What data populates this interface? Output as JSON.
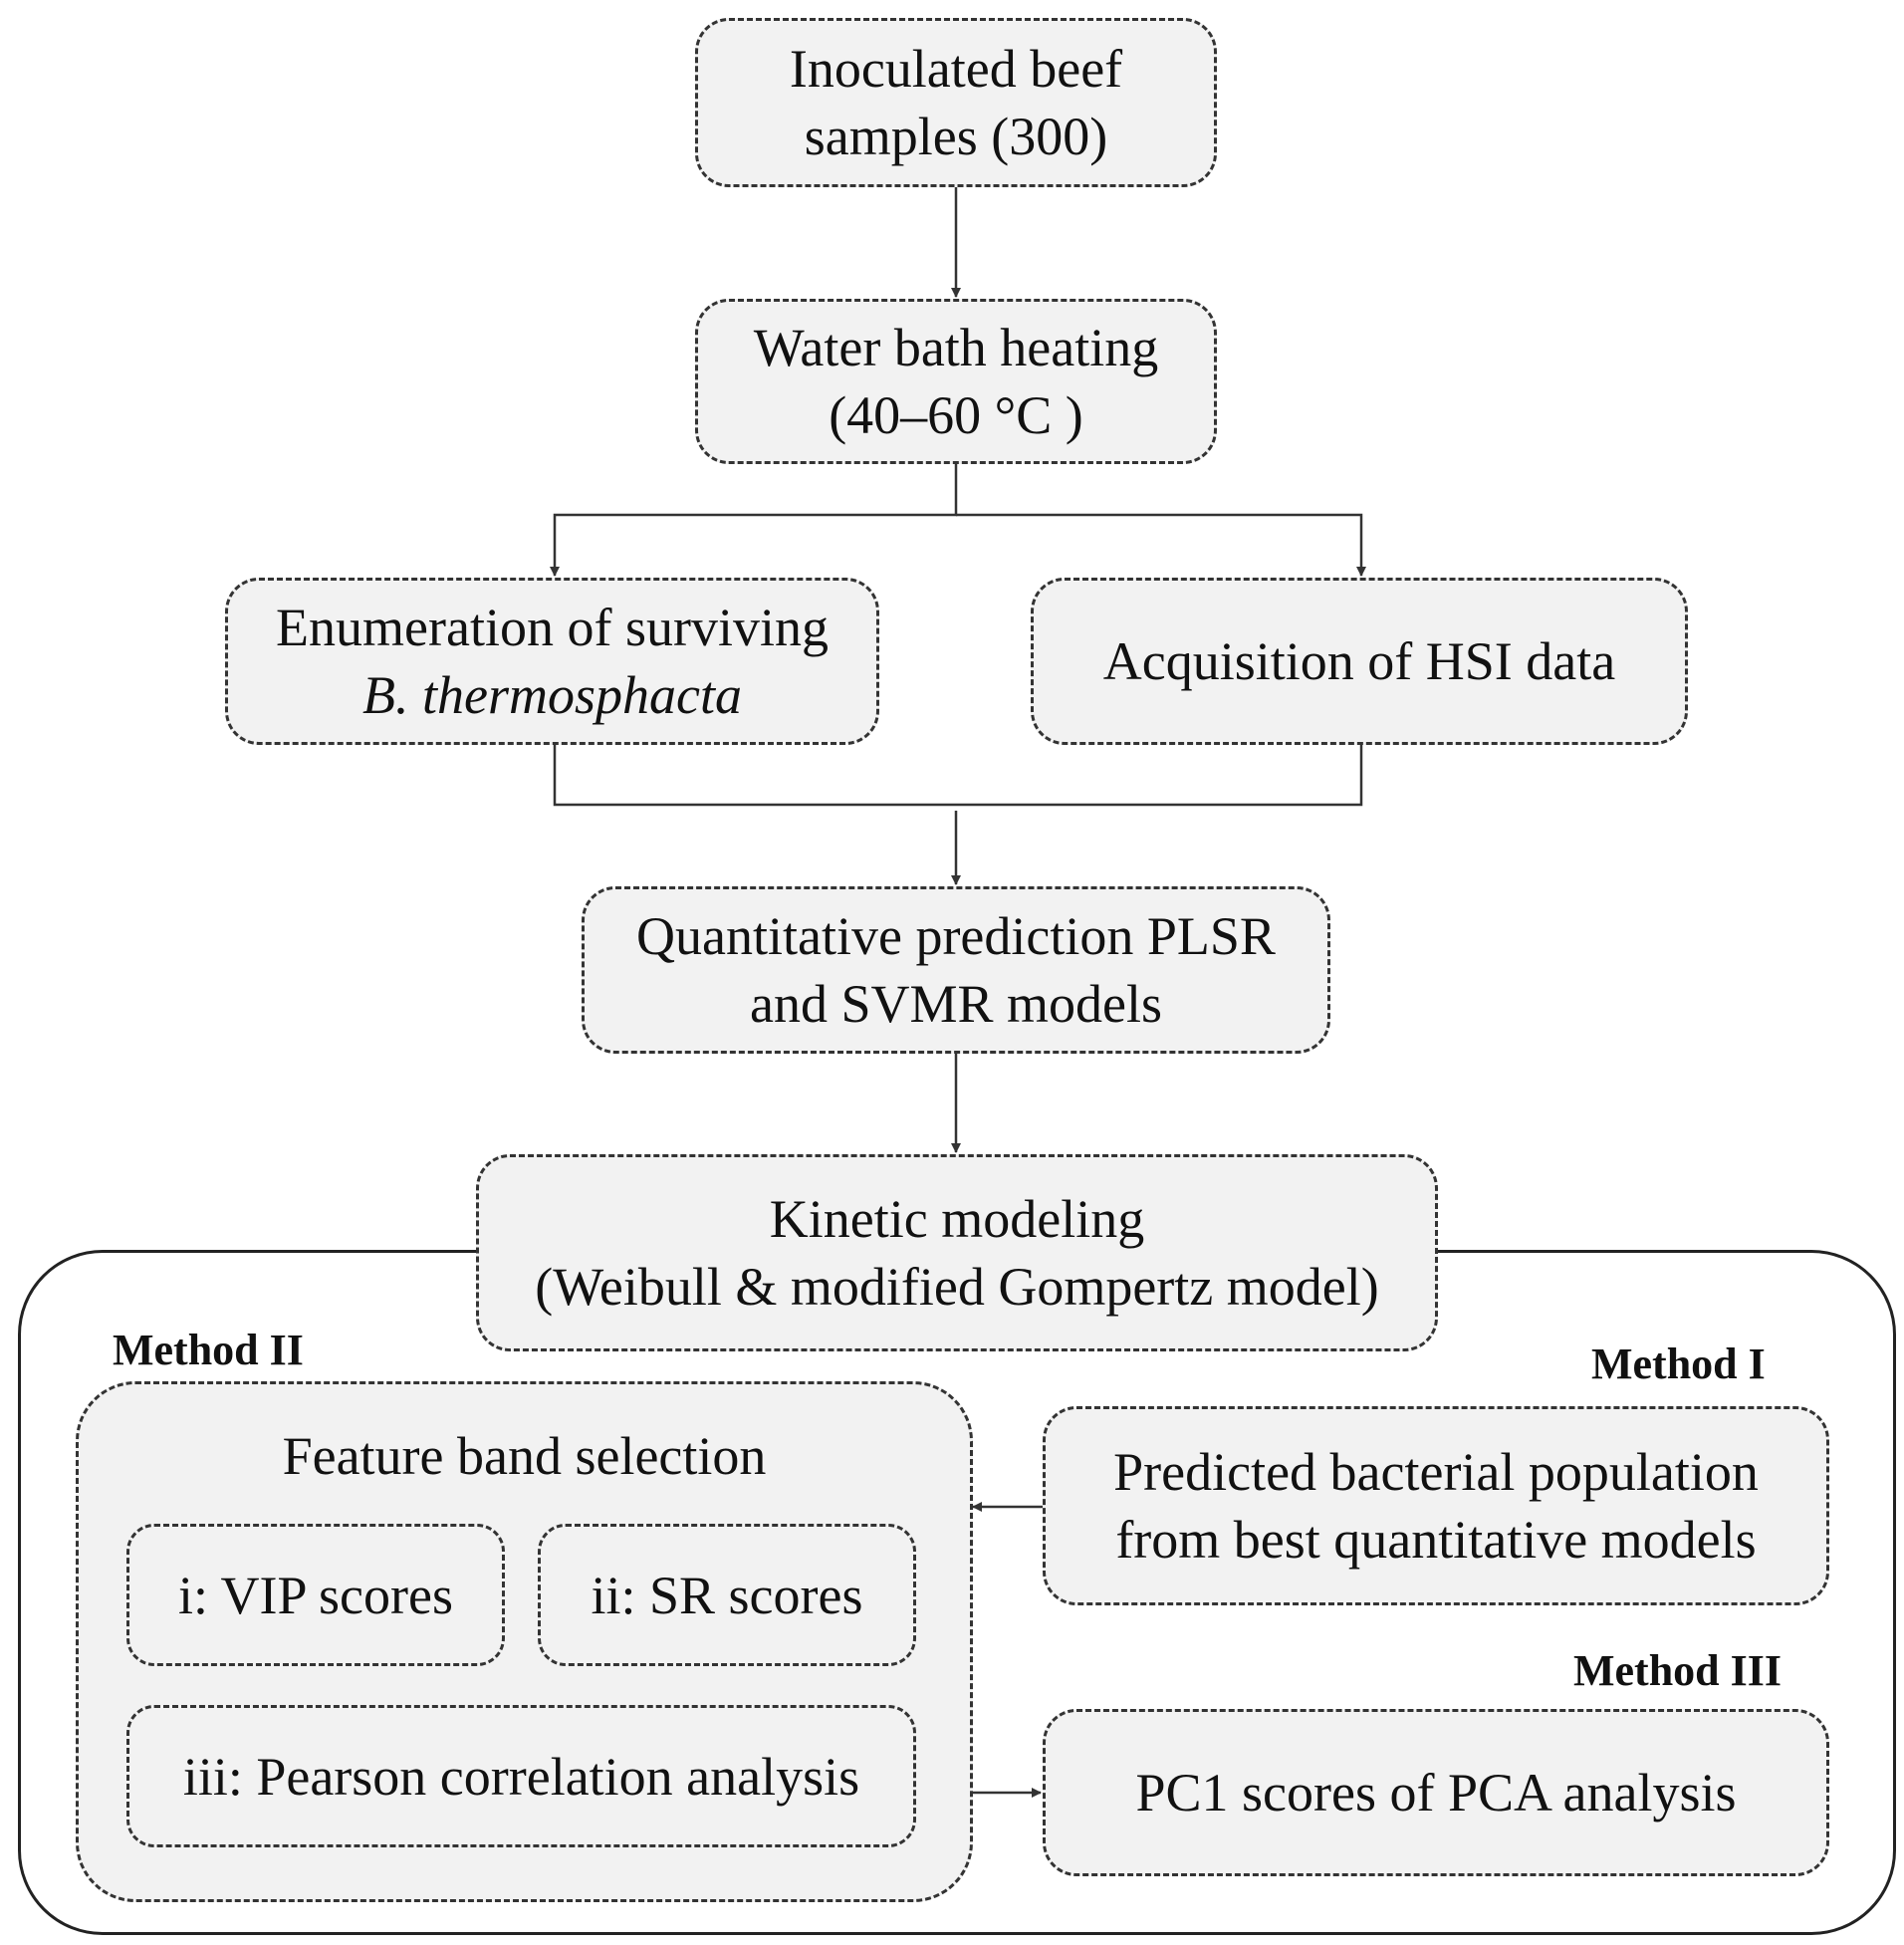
{
  "nodes": {
    "inoculated": {
      "line1": "Inoculated beef",
      "line2": "samples (300)"
    },
    "water_bath": {
      "line1": "Water bath heating",
      "line2": "(40–60 °C )"
    },
    "enumeration": {
      "line1": "Enumeration of surviving",
      "line2": "B. thermosphacta"
    },
    "acquisition": {
      "line1": "Acquisition of HSI data"
    },
    "quantitative": {
      "line1": "Quantitative prediction PLSR",
      "line2": "and SVMR models"
    },
    "kinetic": {
      "line1": "Kinetic modeling",
      "line2": "(Weibull & modified Gompertz model)"
    },
    "feature_band": {
      "title": "Feature band selection",
      "vip": "i: VIP scores",
      "sr": "ii: SR scores",
      "pearson": "iii: Pearson correlation analysis"
    },
    "predicted": {
      "line1": "Predicted bacterial population",
      "line2": "from best quantitative models"
    },
    "pc1": {
      "line1": "PC1 scores of PCA analysis"
    }
  },
  "methods": {
    "method_1": "Method I",
    "method_2": "Method II",
    "method_3": "Method III"
  },
  "colors": {
    "box_fill": "#f2f2f2",
    "line": "#333333"
  }
}
